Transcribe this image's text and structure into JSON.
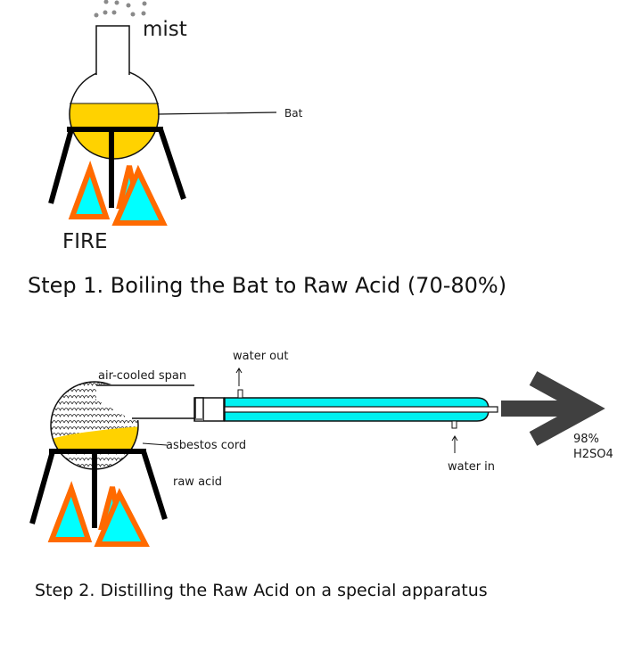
{
  "step1": {
    "mist_label": "mist",
    "bat_label": "Bat",
    "fire_label": "FIRE",
    "caption": "Step 1. Boiling the Bat to Raw Acid (70-80%)"
  },
  "step2": {
    "water_out_label": "water out",
    "air_cooled_label": "air-cooled span",
    "asbestos_label": "asbestos cord",
    "raw_acid_label": "raw acid",
    "water_in_label": "water in",
    "product_line1": "98%",
    "product_line2": "H2SO4",
    "caption": "Step 2. Distilling the Raw Acid on a special apparatus"
  },
  "colors": {
    "liquid": "#ffd200",
    "flame_fill": "#00ffff",
    "flame_stroke": "#ff6a00",
    "coolant": "#00f0f0",
    "arrow": "#404040",
    "mist": "#8a8a8a"
  }
}
